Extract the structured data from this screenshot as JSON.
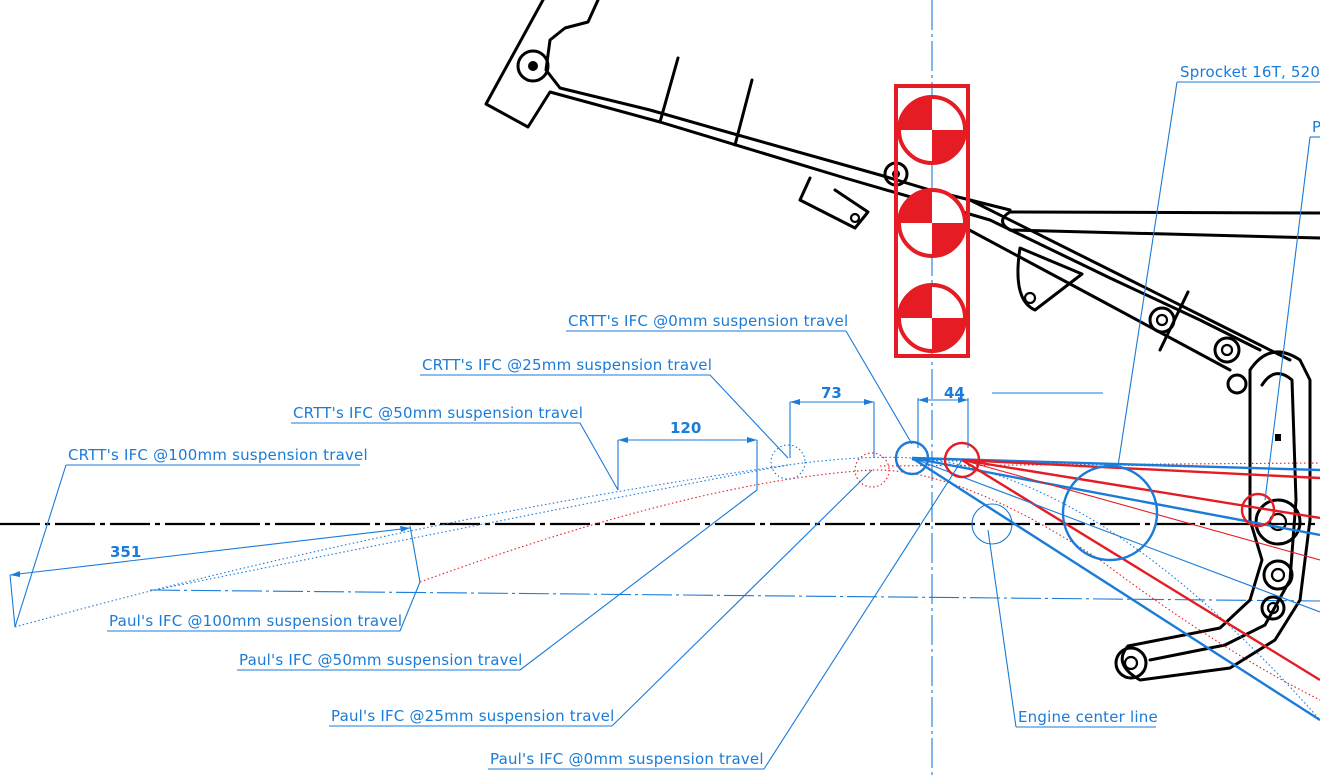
{
  "labels": {
    "crtt_0": "CRTT's IFC @0mm suspension travel",
    "crtt_25": "CRTT's IFC @25mm suspension travel",
    "crtt_50": "CRTT's IFC @50mm suspension travel",
    "crtt_100": "CRTT's IFC @100mm suspension travel",
    "paul_100": "Paul's IFC @100mm suspension travel",
    "paul_50": "Paul's IFC @50mm suspension travel",
    "paul_25": "Paul's IFC @25mm suspension travel",
    "paul_0": "Paul's IFC @0mm suspension travel",
    "engine": "Engine center line",
    "sprocket": "Sprocket 16T, 520",
    "p_cut": "P"
  },
  "dimensions": {
    "d351": "351",
    "d120": "120",
    "d73": "73",
    "d44": "44"
  },
  "colors": {
    "annotation": "#1a7bd8",
    "paul": "#e51c23",
    "frame": "#000000"
  }
}
